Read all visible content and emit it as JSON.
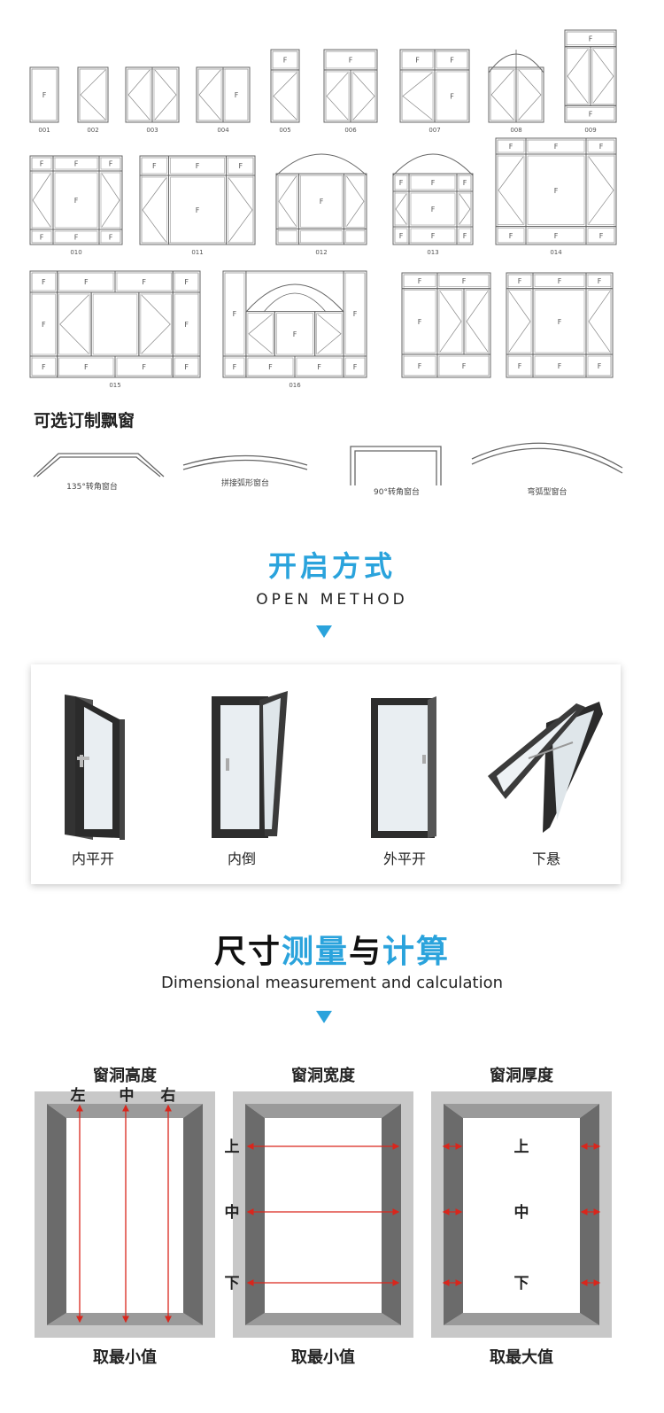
{
  "catalog": {
    "codes": [
      "001",
      "002",
      "003",
      "004",
      "005",
      "006",
      "007",
      "008",
      "009",
      "010",
      "011",
      "012",
      "013",
      "014",
      "015",
      "016"
    ],
    "pane_mark": "F"
  },
  "bay_windows": {
    "title": "可选订制飘窗",
    "types": [
      "135°转角窗台",
      "拼接弧形窗台",
      "90°转角窗台",
      "弯弧型窗台"
    ]
  },
  "open_method": {
    "title": "开启方式",
    "subtitle": "OPEN METHOD",
    "items": [
      "内平开",
      "内倒",
      "外平开",
      "下悬"
    ]
  },
  "measurement": {
    "title_part1": "尺寸",
    "title_part2": "测量",
    "title_part3": "与",
    "title_part4": "计算",
    "subtitle": "Dimensional measurement and calculation",
    "panels": [
      {
        "title": "窗洞高度",
        "labels": [
          "左",
          "中",
          "右"
        ],
        "footer": "取最小值"
      },
      {
        "title": "窗洞宽度",
        "labels": [
          "上",
          "中",
          "下"
        ],
        "footer": "取最小值"
      },
      {
        "title": "窗洞厚度",
        "labels": [
          "上",
          "中",
          "下"
        ],
        "footer": "取最大值"
      }
    ]
  },
  "colors": {
    "accent": "#2aa3dc",
    "arrow": "#d9261c",
    "frame_dark": "#6b6b6b",
    "frame_light": "#c8c8c8"
  }
}
